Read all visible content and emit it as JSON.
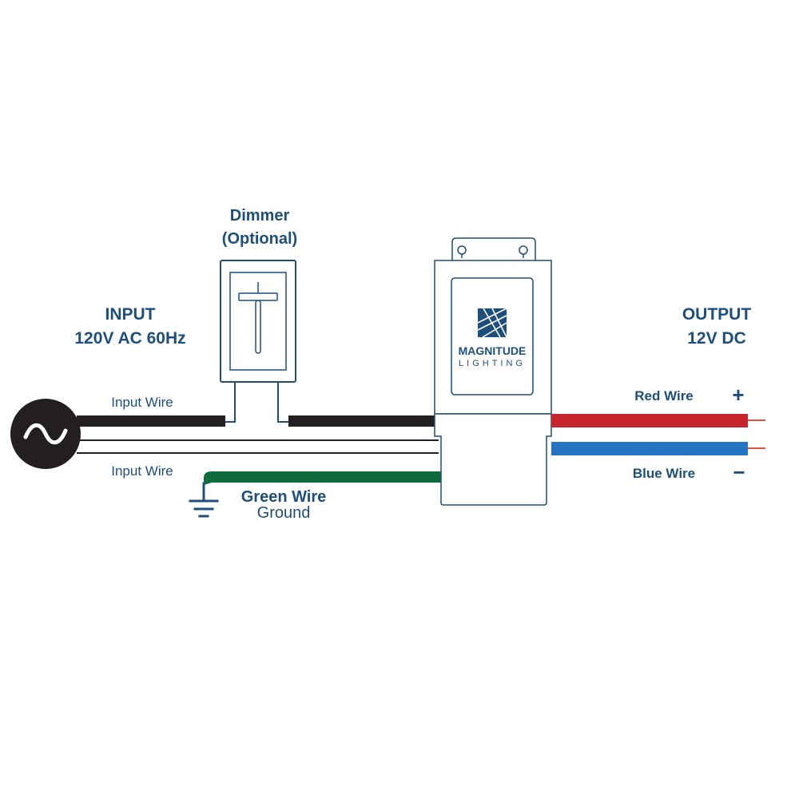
{
  "input": {
    "title": "INPUT",
    "spec": "120V AC 60Hz",
    "wire_top_label": "Input Wire",
    "wire_bottom_label": "Input Wire"
  },
  "dimmer": {
    "title": "Dimmer",
    "subtitle": "(Optional)"
  },
  "ground": {
    "label": "Green Wire",
    "sublabel": "Ground"
  },
  "driver": {
    "brand": "MAGNITUDE",
    "brand_sub": "LIGHTING"
  },
  "output": {
    "title": "OUTPUT",
    "spec": "12V DC",
    "red_label": "Red Wire",
    "red_sign": "+",
    "blue_label": "Blue Wire",
    "blue_sign": "−"
  },
  "colors": {
    "text": "#1e4f7b",
    "outline": "#1e4f7b",
    "black_wire": "#231f20",
    "green_wire": "#0d6b3c",
    "red_wire": "#c6242f",
    "blue_wire": "#2574c2",
    "wire_tip": "#e0533a",
    "ac_source": "#231f20"
  },
  "icons": {
    "ac_source": "ac-source-icon",
    "ground": "ground-symbol-icon",
    "brand_logo": "magnitude-logo-icon"
  }
}
